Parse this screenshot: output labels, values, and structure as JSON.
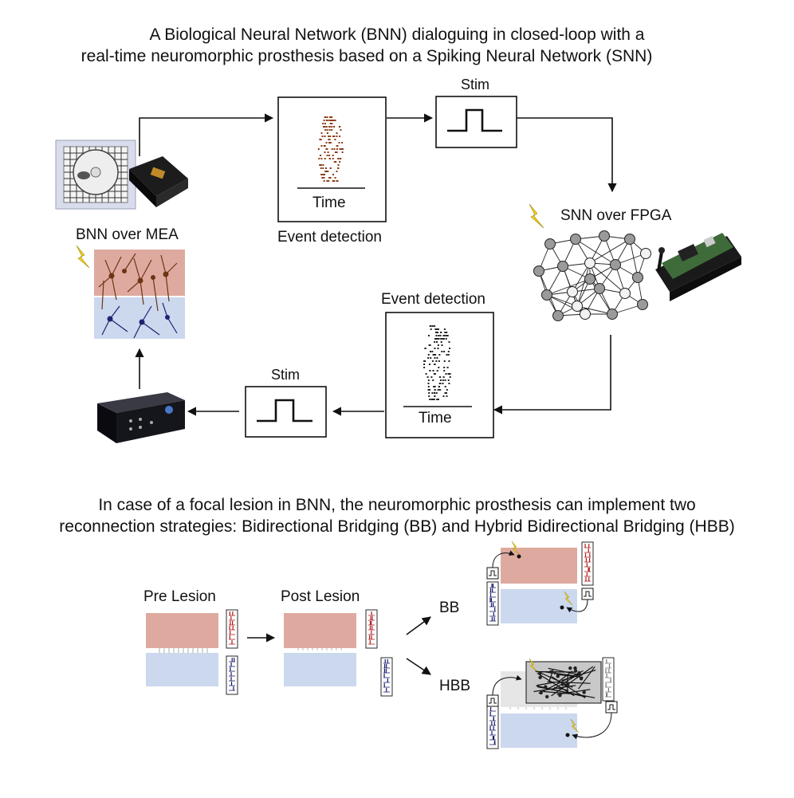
{
  "title": {
    "line1": "A Biological Neural Network (BNN) dialoguing in closed-loop with a",
    "line2": "real-time neuromorphic prosthesis based on a Spiking Neural Network (SNN)"
  },
  "loop": {
    "bnn_label": "BNN over MEA",
    "event_detection_top": "Event detection",
    "event_detection_bottom": "Event detection",
    "time_top": "Time",
    "time_bottom": "Time",
    "stim_top": "Stim",
    "stim_bottom": "Stim",
    "snn_label": "SNN over FPGA"
  },
  "subtitle": {
    "line1": "In case of a focal lesion in BNN, the neuromorphic prosthesis can implement two",
    "line2": "reconnection strategies: Bidirectional Bridging (BB) and Hybrid Bidirectional Bridging (HBB)"
  },
  "lesion": {
    "pre": "Pre Lesion",
    "post": "Post Lesion",
    "bb": "BB",
    "hbb": "HBB"
  },
  "colors": {
    "upper_tissue": "#deaaa0",
    "lower_tissue": "#cbd8ee",
    "red_spikes": "#b01818",
    "blue_spikes": "#1a1a6e",
    "raster_brown": "#8a3a14",
    "lightning": "#f2d21a",
    "node_grey": "#9a9a9a",
    "node_white": "#f2f2f2"
  }
}
